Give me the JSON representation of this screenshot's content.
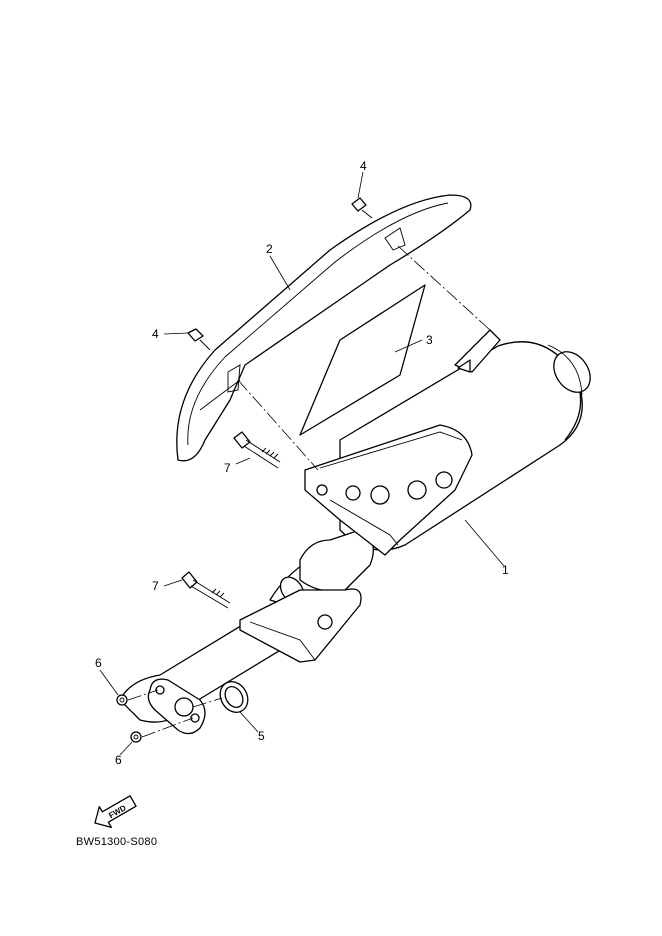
{
  "callouts": {
    "muffler": "1",
    "protector": "2",
    "protector_plate": "3",
    "screw_upper": "4",
    "screw_left": "4",
    "gasket": "5",
    "nut_upper": "6",
    "nut_lower": "6",
    "bolt_upper": "7",
    "bolt_lower": "7"
  },
  "fwd_label": "FWD",
  "diagram_code": "BW51300-S080"
}
